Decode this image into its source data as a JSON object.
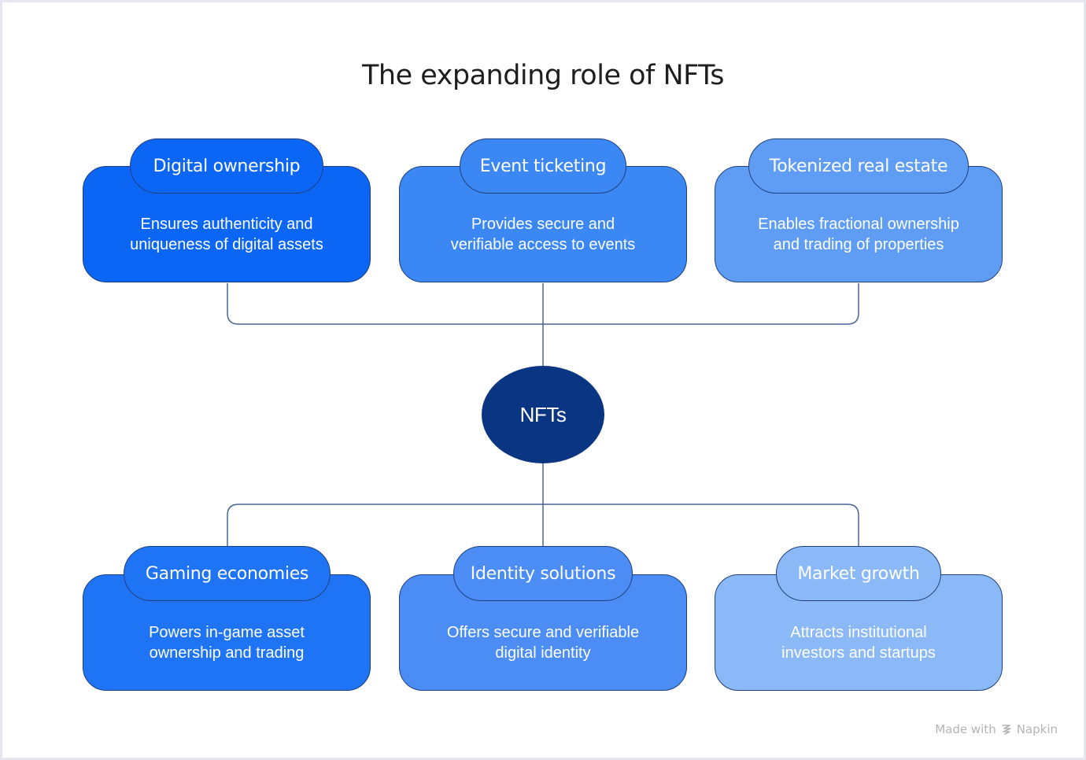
{
  "title": "The expanding role of NFTs",
  "center": {
    "label": "NFTs",
    "color": "#0a3583"
  },
  "top_nodes": [
    {
      "title": "Digital ownership",
      "description_lines": [
        "Ensures authenticity and",
        "uniqueness of digital assets"
      ],
      "color": "#0b66f5"
    },
    {
      "title": "Event ticketing",
      "description_lines": [
        "Provides secure and",
        "verifiable access to events"
      ],
      "color": "#3b88f5"
    },
    {
      "title": "Tokenized real estate",
      "description_lines": [
        "Enables fractional ownership",
        "and trading of properties"
      ],
      "color": "#5f9df5"
    }
  ],
  "bottom_nodes": [
    {
      "title": "Gaming economies",
      "description_lines": [
        "Powers in-game asset",
        "ownership and trading"
      ],
      "color": "#1f74f5"
    },
    {
      "title": "Identity solutions",
      "description_lines": [
        "Offers secure and verifiable",
        "digital identity"
      ],
      "color": "#4b8df5"
    },
    {
      "title": "Market growth",
      "description_lines": [
        "Attracts institutional",
        "investors and startups"
      ],
      "color": "#8bb8f7"
    }
  ],
  "watermark": {
    "prefix": "Made with",
    "icon": "napkin-logo-icon",
    "brand": "Napkin"
  }
}
